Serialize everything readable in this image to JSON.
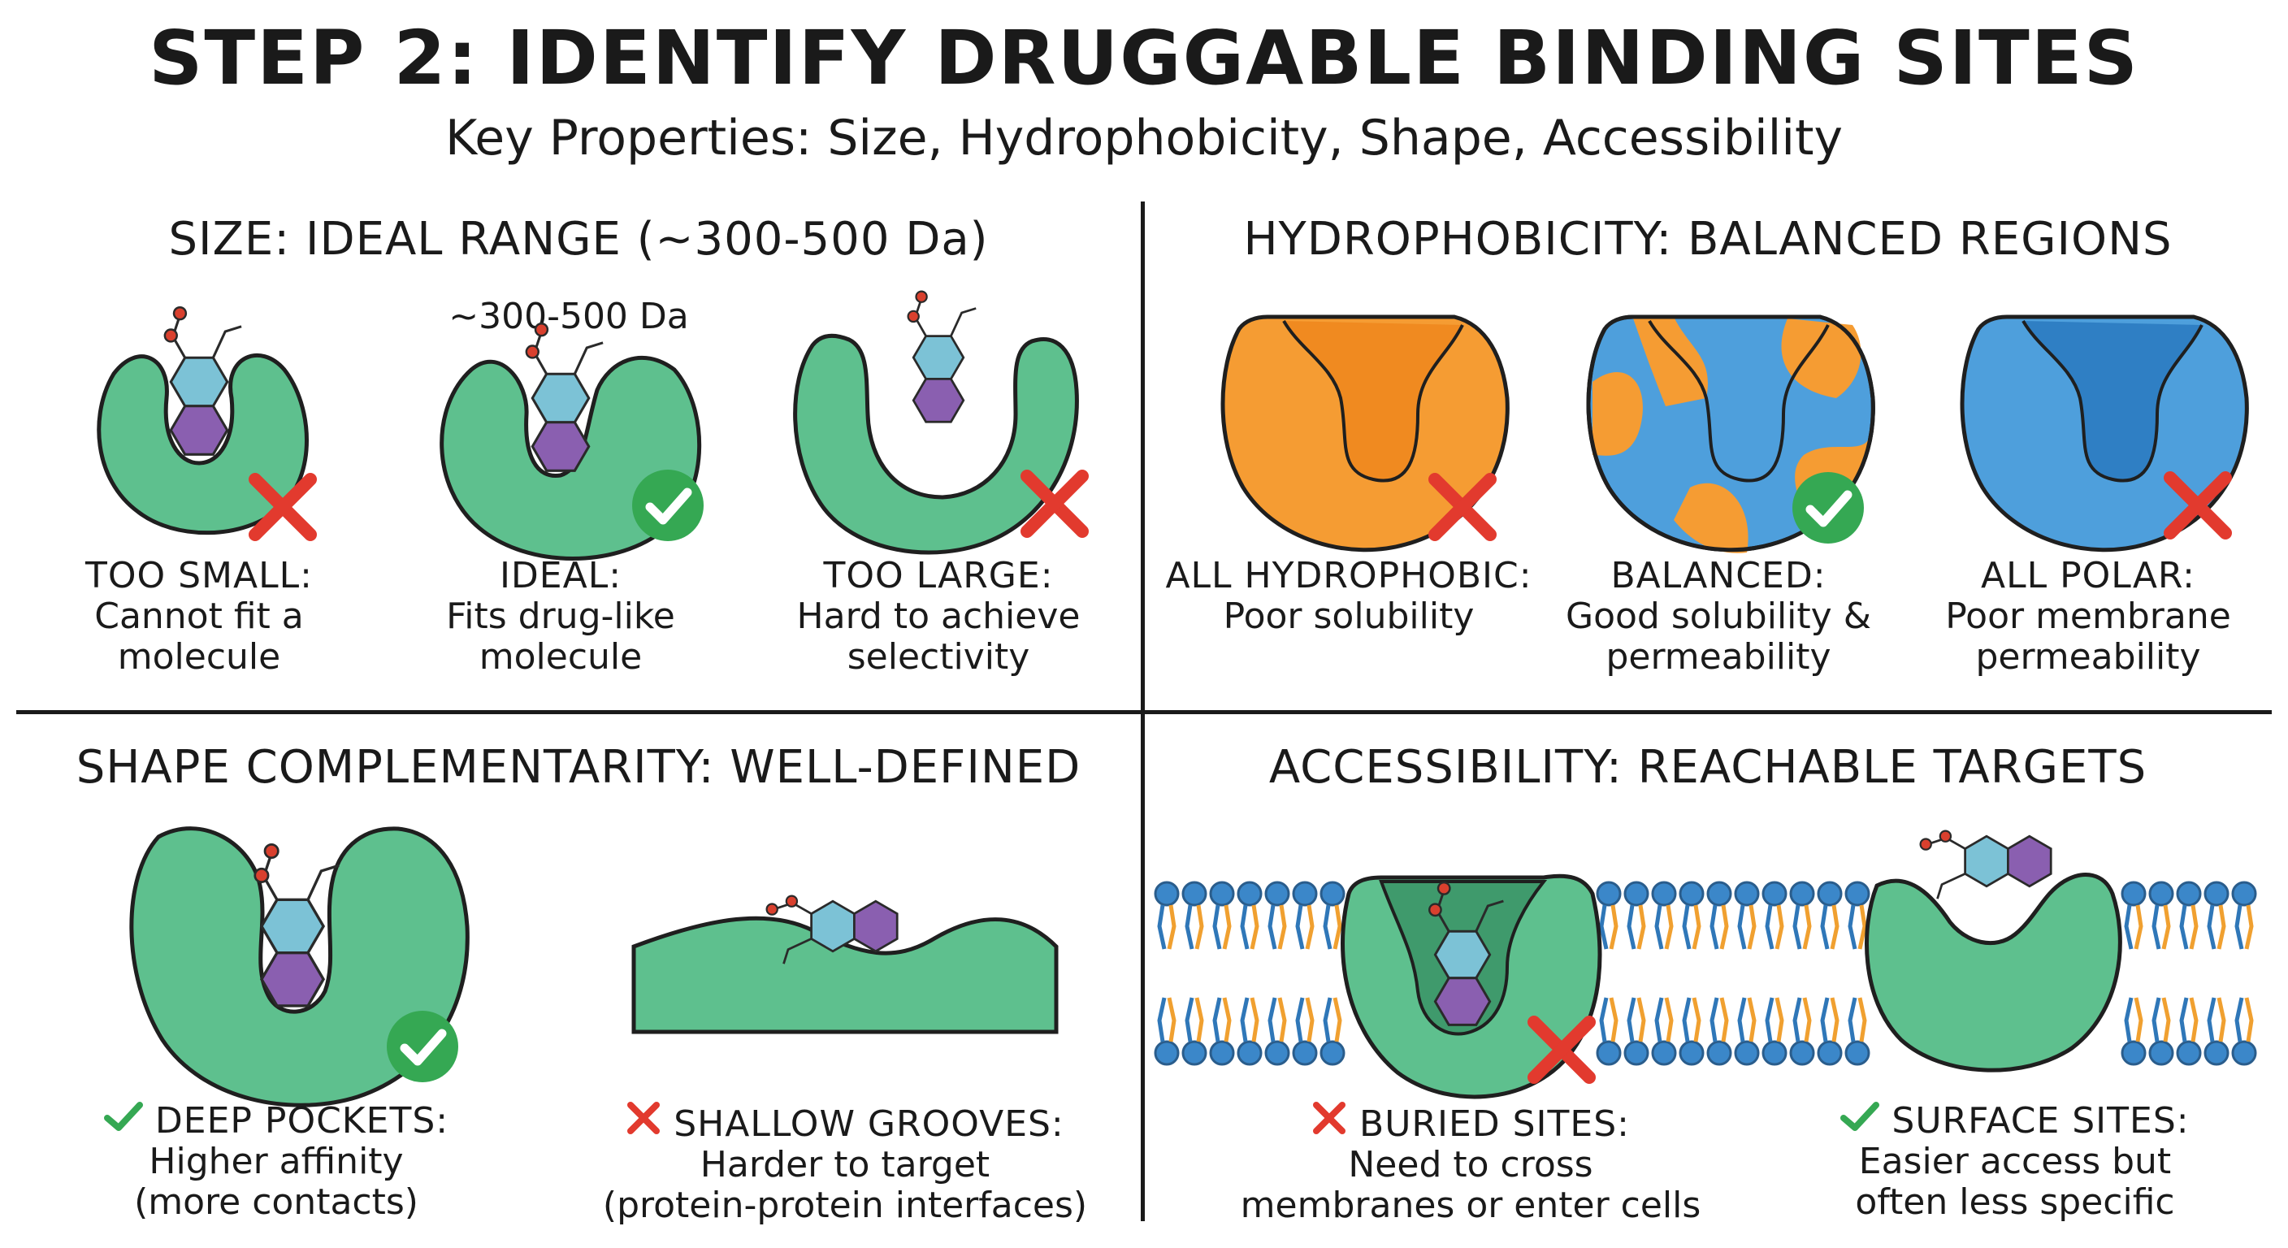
{
  "title": "STEP 2: IDENTIFY DRUGGABLE BINDING SITES",
  "subtitle": "Key Properties: Size, Hydrophobicity, Shape, Accessibility",
  "colors": {
    "protein_green": "#5ec08e",
    "hydrophobic_orange": "#f59c33",
    "polar_blue": "#4e9fdc",
    "membrane_head_blue": "#3b87c9",
    "lipid_tail_orange": "#f0a030",
    "check_green": "#35a853",
    "cross_red": "#e23a2e",
    "molecule_teal": "#7cc2d6",
    "molecule_purple": "#8a5fb0",
    "oxygen_red": "#d9402e"
  },
  "size": {
    "title": "SIZE: IDEAL RANGE (~300-500 Da)",
    "mass_label": "~300-500 Da",
    "items": [
      {
        "heading": "TOO SMALL:",
        "lines": [
          "Cannot fit a",
          "molecule"
        ],
        "mark": "cross-icon"
      },
      {
        "heading": "IDEAL:",
        "lines": [
          "Fits drug-like",
          "molecule"
        ],
        "mark": "check-icon"
      },
      {
        "heading": "TOO LARGE:",
        "lines": [
          "Hard to achieve",
          "selectivity"
        ],
        "mark": "cross-icon"
      }
    ]
  },
  "hydrophobicity": {
    "title": "HYDROPHOBICITY: BALANCED REGIONS",
    "items": [
      {
        "heading": "ALL HYDROPHOBIC:",
        "lines": [
          "Poor solubility"
        ],
        "mark": "cross-icon"
      },
      {
        "heading": "BALANCED:",
        "lines": [
          "Good solubility &",
          "permeability"
        ],
        "mark": "check-icon"
      },
      {
        "heading": "ALL POLAR:",
        "lines": [
          "Poor membrane",
          "permeability"
        ],
        "mark": "cross-icon"
      }
    ]
  },
  "shape": {
    "title": "SHAPE COMPLEMENTARITY: WELL-DEFINED",
    "items": [
      {
        "heading": "DEEP POCKETS:",
        "lines": [
          "Higher affinity",
          "(more contacts)"
        ],
        "mark": "check-icon"
      },
      {
        "heading": "SHALLOW GROOVES:",
        "lines": [
          "Harder to target",
          "(protein-protein interfaces)"
        ],
        "mark": "cross-icon"
      }
    ]
  },
  "accessibility": {
    "title": "ACCESSIBILITY: REACHABLE TARGETS",
    "items": [
      {
        "heading": "BURIED SITES:",
        "lines": [
          "Need to cross",
          "membranes or enter cells"
        ],
        "mark": "cross-icon"
      },
      {
        "heading": "SURFACE SITES:",
        "lines": [
          "Easier access but",
          "often less specific"
        ],
        "mark": "check-icon"
      }
    ]
  }
}
